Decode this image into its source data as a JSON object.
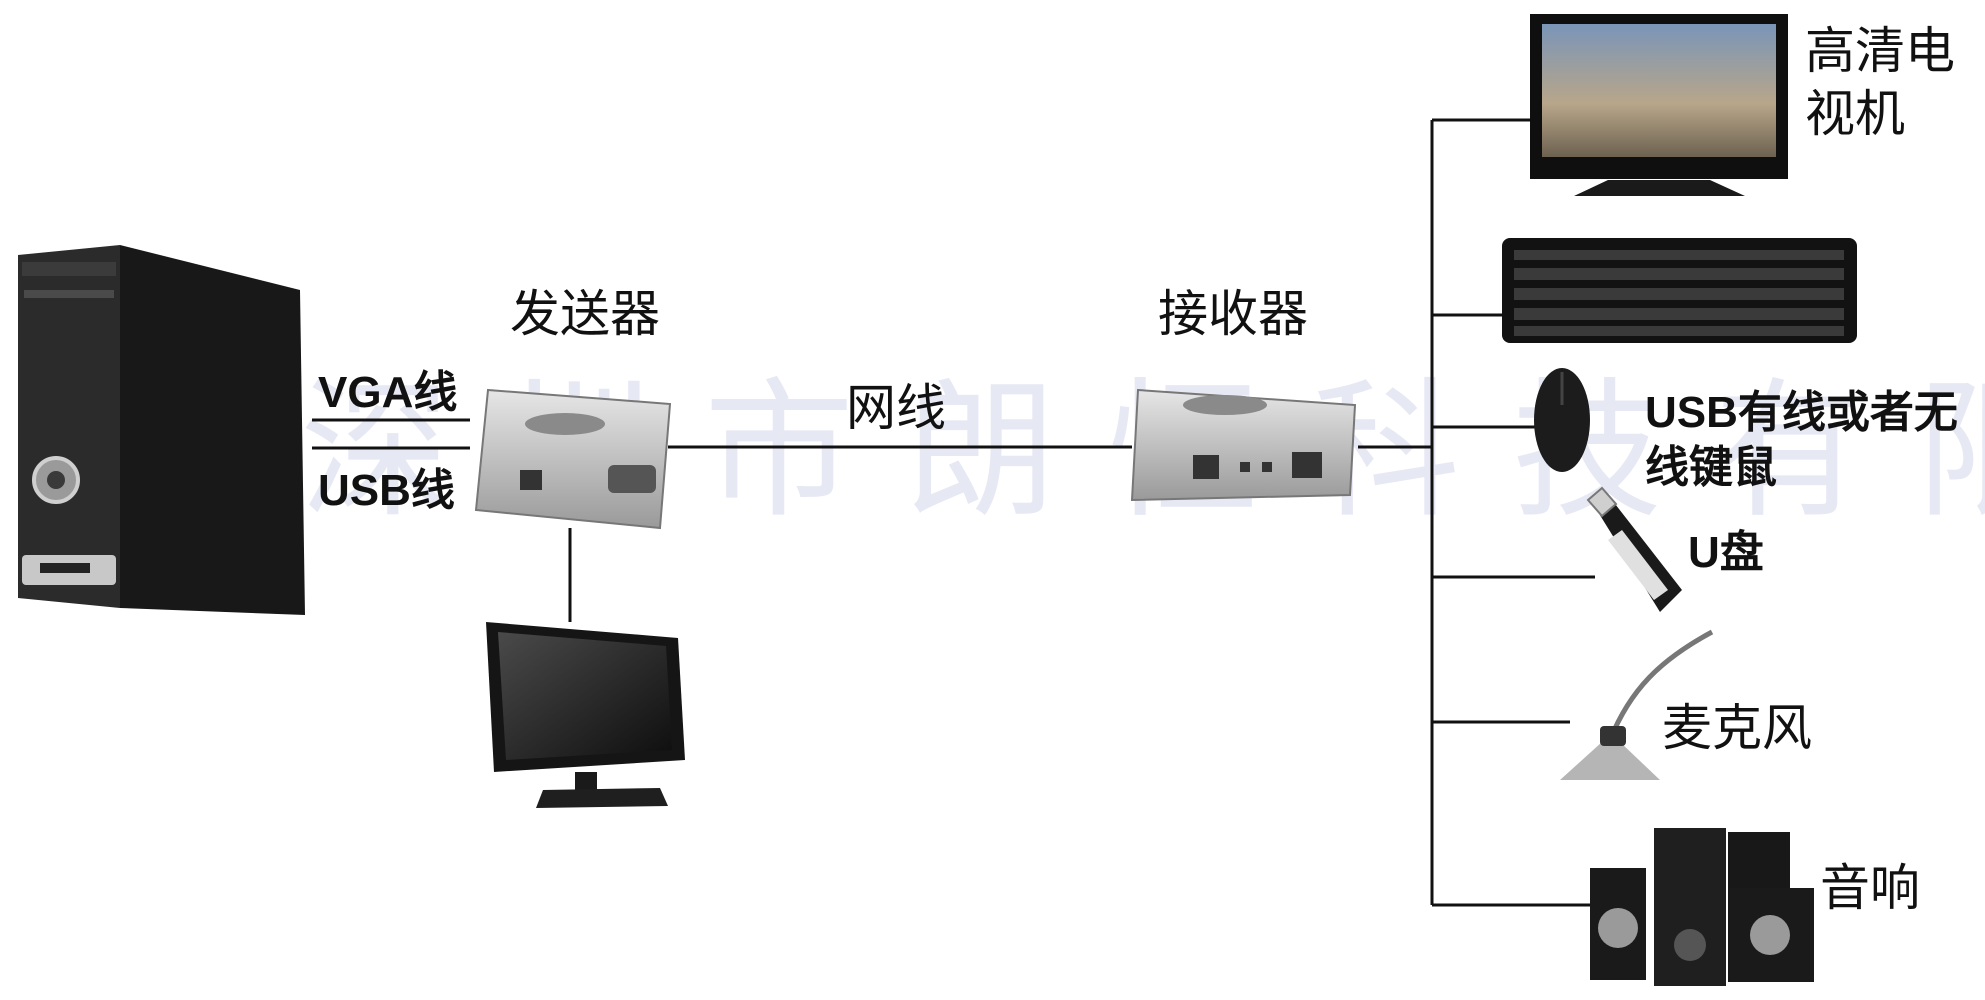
{
  "sender_label": "发送器",
  "receiver_label": "接收器",
  "network_cable_label": "网线",
  "vga_cable_label": "VGA线",
  "usb_cable_label": "USB线",
  "watermark_text": "深圳市朗恒科技有限公司",
  "devices": {
    "hdtv": "高清电视机",
    "keyboard_mouse": "USB有线或者无线键鼠",
    "usb_drive": "U盘",
    "microphone": "麦克风",
    "speakers": "音响"
  },
  "colors": {
    "line": "#111111",
    "device_dark": "#1a1a1a",
    "device_silver": "#c8c8c8"
  }
}
